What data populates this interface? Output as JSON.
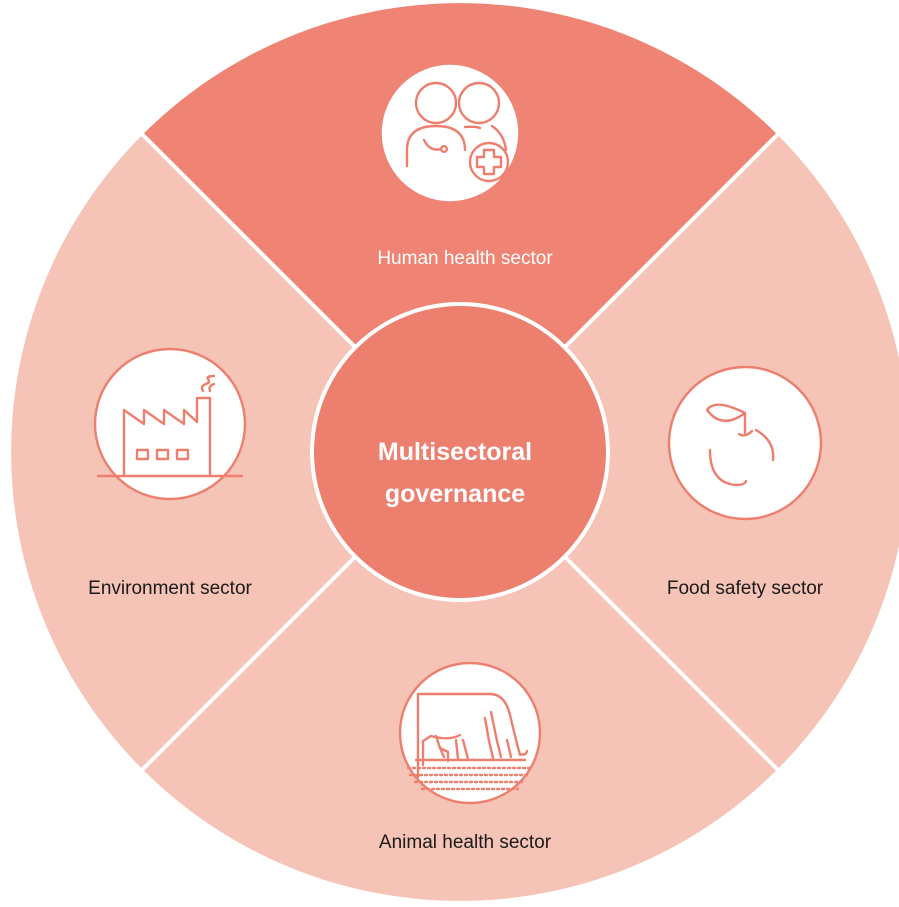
{
  "diagram": {
    "center": {
      "line1": "Multisectoral",
      "line2": "governance"
    },
    "sectors": {
      "top": {
        "label": "Human health sector",
        "icon": "human-health-icon"
      },
      "right": {
        "label": "Food safety sector",
        "icon": "apple-icon"
      },
      "bottom": {
        "label": "Animal health sector",
        "icon": "cow-icon"
      },
      "left": {
        "label": "Environment sector",
        "icon": "factory-icon"
      }
    },
    "colors": {
      "dark_segment": "#ef8474",
      "light_segment": "#f6c3b7",
      "center": "#ec7f6e",
      "icon_stroke": "#ec7f6e",
      "divider": "#ffffff",
      "dark_text": "#1a1a1a",
      "light_text": "#ffffff"
    }
  }
}
